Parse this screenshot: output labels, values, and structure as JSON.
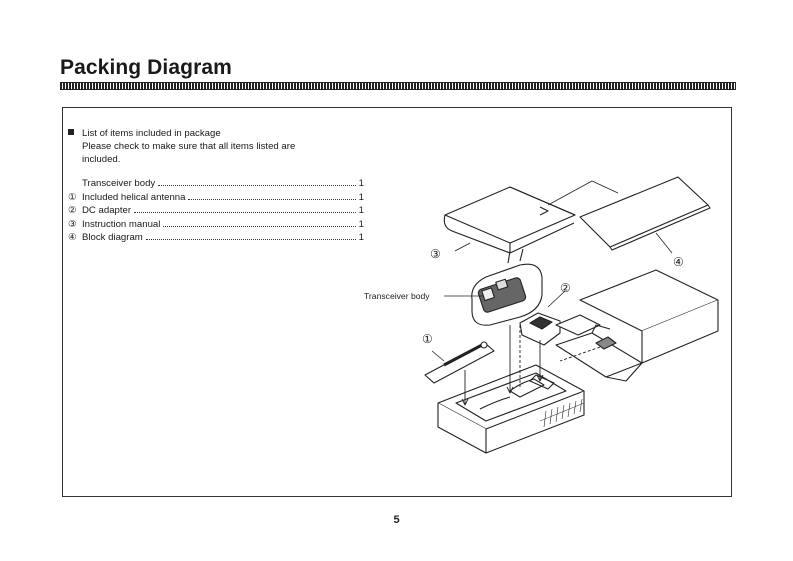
{
  "page": {
    "title": "Packing Diagram",
    "page_number": "5"
  },
  "intro": {
    "heading": "List of items included in package",
    "note_line1": "Please check to make sure that all items listed are",
    "note_line2": "included."
  },
  "items": [
    {
      "num": "",
      "label": "Transceiver body",
      "qty": "1"
    },
    {
      "num": "①",
      "label": "Included helical antenna",
      "qty": "1"
    },
    {
      "num": "②",
      "label": "DC adapter",
      "qty": "1"
    },
    {
      "num": "③",
      "label": "Instruction manual",
      "qty": "1"
    },
    {
      "num": "④",
      "label": "Block diagram",
      "qty": "1"
    }
  ],
  "diagram": {
    "callout_body": "Transceiver body",
    "marker_1": "①",
    "marker_2": "②",
    "marker_3": "③",
    "marker_4": "④"
  }
}
